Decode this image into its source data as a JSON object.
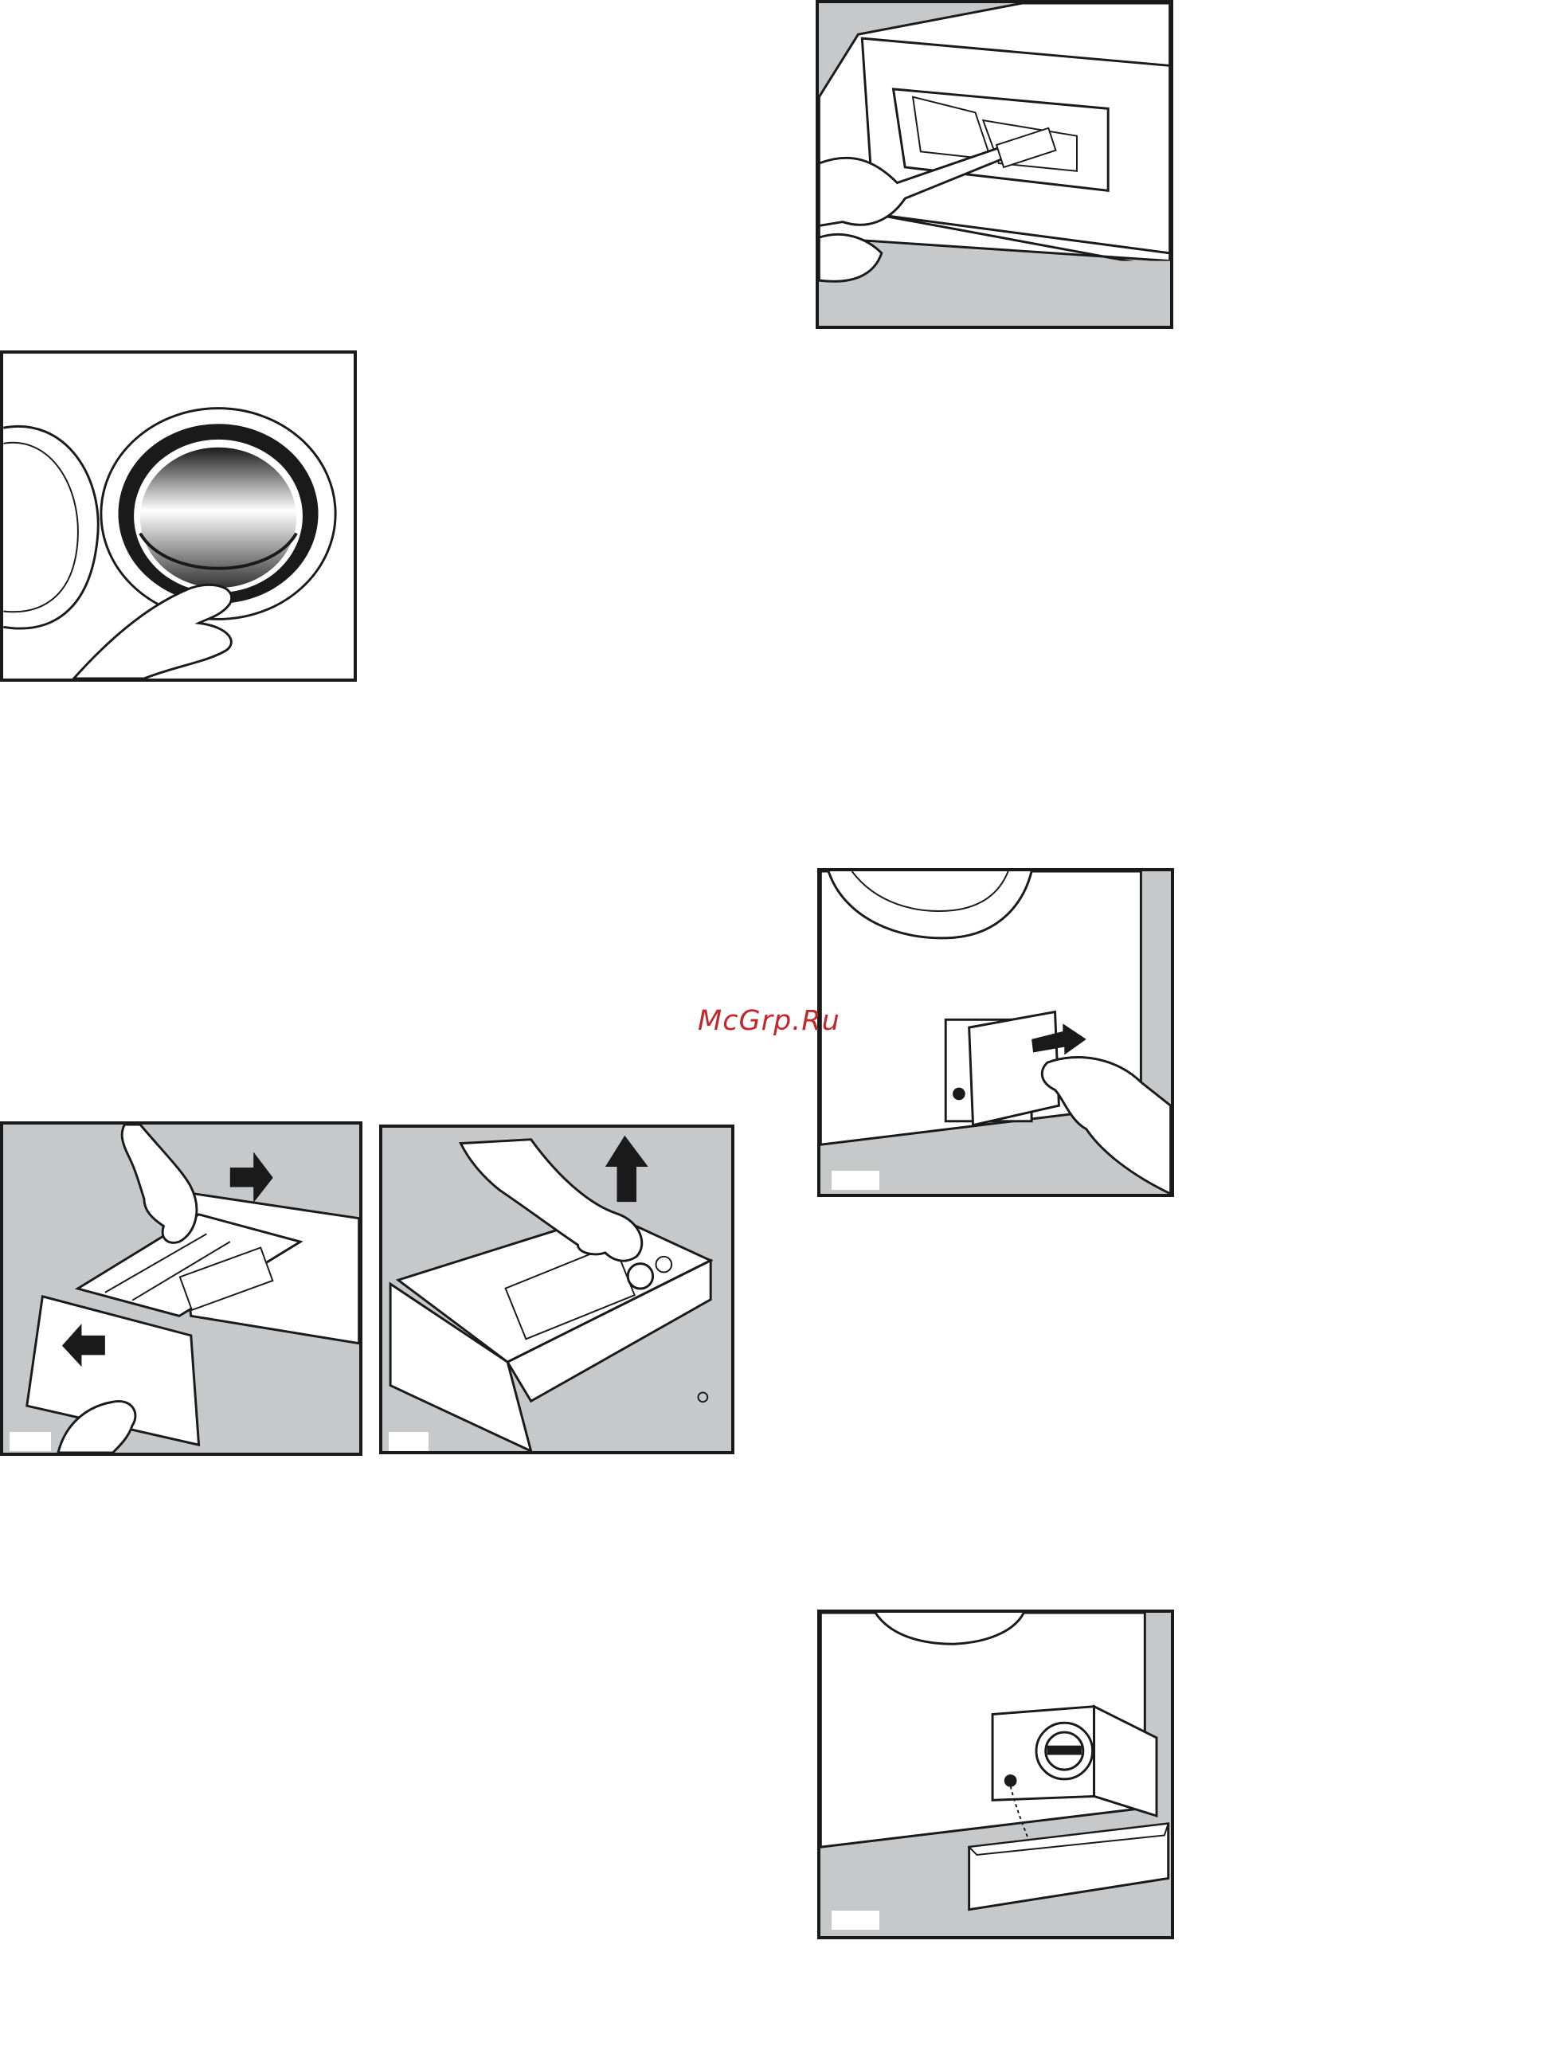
{
  "watermark": {
    "text": "McGrp.Ru",
    "color": "#c2272d"
  },
  "colors": {
    "panel_bg": "#c7c8ca",
    "line": "#1a1a1a",
    "paper": "#ffffff"
  },
  "figures": [
    {
      "id": "dispenser-brush",
      "icon": "brush-cleaning-dispenser-recess-illustration"
    },
    {
      "id": "door-seal",
      "icon": "hand-cleaning-door-seal-illustration"
    },
    {
      "id": "filter-hatch",
      "icon": "hand-opening-filter-hatch-illustration"
    },
    {
      "id": "drawer-remove",
      "icon": "hands-removing-detergent-drawer-illustration"
    },
    {
      "id": "drawer-siphon",
      "icon": "hand-lifting-siphon-cap-illustration"
    },
    {
      "id": "drain-filter",
      "icon": "drain-filter-into-container-illustration"
    }
  ]
}
